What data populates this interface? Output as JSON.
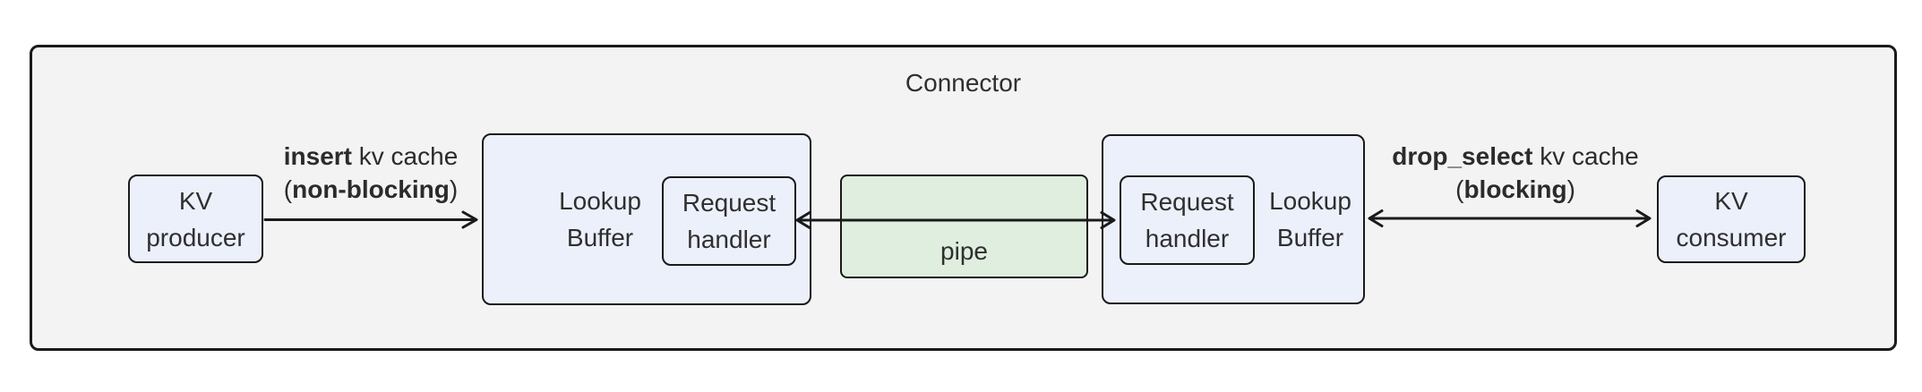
{
  "diagram": {
    "title": "Connector"
  },
  "nodes": {
    "kv_producer": {
      "line1": "KV",
      "line2": "producer"
    },
    "lookup_buffer_left": {
      "line1": "Lookup",
      "line2": "Buffer"
    },
    "request_handler_left": {
      "line1": "Request",
      "line2": "handler"
    },
    "pipe": {
      "label": "pipe"
    },
    "request_handler_right": {
      "line1": "Request",
      "line2": "handler"
    },
    "lookup_buffer_right": {
      "line1": "Lookup",
      "line2": "Buffer"
    },
    "kv_consumer": {
      "line1": "KV",
      "line2": "consumer"
    }
  },
  "edges": {
    "insert": {
      "bold": "insert",
      "rest": " kv cache",
      "paren_open": "(",
      "paren_bold": "non-blocking",
      "paren_close": ")",
      "direction": "right"
    },
    "pipe_link": {
      "direction": "both"
    },
    "drop_select": {
      "bold": "drop_select",
      "rest": " kv cache",
      "paren_open": "(",
      "paren_bold": "blocking",
      "paren_close": ")",
      "direction": "both"
    }
  },
  "colors": {
    "background": "#ffffff",
    "container_fill": "#f3f3f3",
    "node_fill": "#ecf0fa",
    "pipe_fill": "#dfeede",
    "border": "#1a1a1a",
    "text": "#2f2f2f"
  }
}
